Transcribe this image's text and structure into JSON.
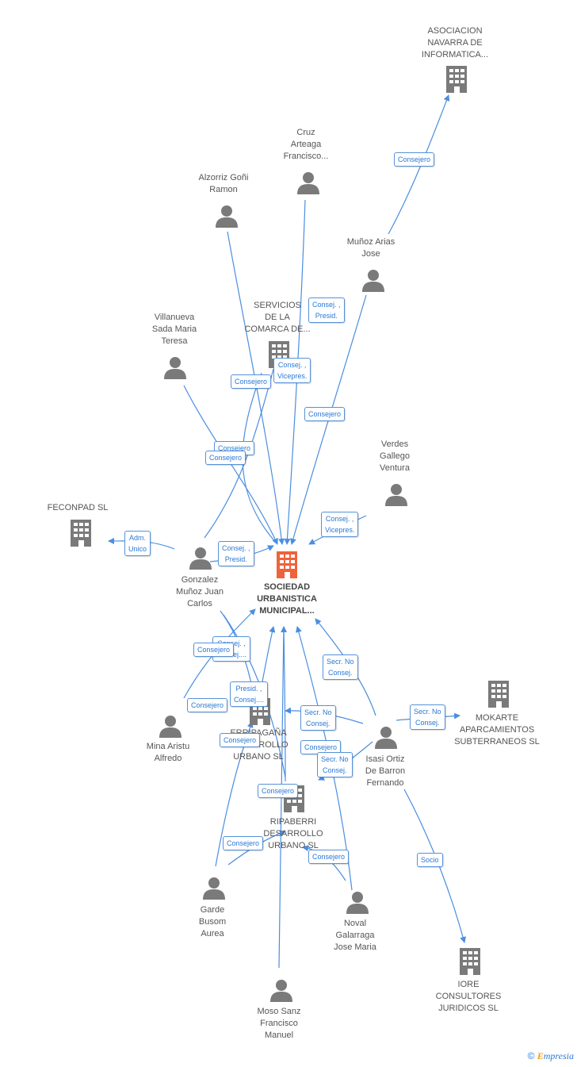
{
  "colors": {
    "edge": "#4a8ee0",
    "node": "#7a7a7a",
    "center": "#f0623a",
    "label": "#2a78d6"
  },
  "nodes": {
    "center": {
      "label": "SOCIEDAD\nURBANISTICA\nMUNICIPAL..."
    },
    "asociacion": {
      "label": "ASOCIACION\nNAVARRA DE\nINFORMATICA..."
    },
    "cruz": {
      "label": "Cruz\nArteaga\nFrancisco..."
    },
    "alzorriz": {
      "label": "Alzorriz Goñi\nRamon"
    },
    "munoz_arias": {
      "label": "Muñoz Arias\nJose"
    },
    "servicios": {
      "label": "SERVICIOS\nDE LA\nCOMARCA DE..."
    },
    "villanueva": {
      "label": "Villanueva\nSada Maria\nTeresa"
    },
    "verdes": {
      "label": "Verdes\nGallego\nVentura"
    },
    "feconpad": {
      "label": "FECONPAD  SL"
    },
    "gonzalez": {
      "label": "Gonzalez\nMuñoz Juan\nCarlos"
    },
    "mokarte": {
      "label": "MOKARTE\nAPARCAMIENTOS\nSUBTERRANEOS SL"
    },
    "mina": {
      "label": "Mina Aristu\nAlfredo"
    },
    "erripagana": {
      "label": "ERRIPAGAÑA\nDESARROLLO\nURBANO SL"
    },
    "isasi": {
      "label": "Isasi Ortiz\nDe Barron\nFernando"
    },
    "ripaberri": {
      "label": "RIPABERRI\nDESARROLLO\nURBANO  SL"
    },
    "garde": {
      "label": "Garde\nBusom\nAurea"
    },
    "noval": {
      "label": "Noval\nGalarraga\nJose Maria"
    },
    "iore": {
      "label": "IORE\nCONSULTORES\nJURIDICOS  SL"
    },
    "moso": {
      "label": "Moso Sanz\nFrancisco\nManuel"
    }
  },
  "edge_labels": {
    "consejero_asoc": "Consejero",
    "consej_presid_cruz": "Consej. ,\nPresid.",
    "consej_vicepres_serv": "Consej. ,\nVicepres.",
    "consejero_alz": "Consejero",
    "consejero_munoz": "Consejero",
    "consejero_vill_a": "Consejero",
    "consejero_vill_b": "Consejero",
    "consej_vicepres_verdes": "Consej. ,\nVicepres.",
    "adm_unico": "Adm.\nUnico",
    "consej_presid_gonz": "Consej. ,\nPresid.",
    "consej_gonz_b": "Consej. ,\nConsej....",
    "consejero_gonz_c": "Consejero",
    "presid_consej": "Presid. ,\nConsej....",
    "consejero_mina": "Consejero",
    "secr_no_consej_isasi": "Secr.  No\nConsej.",
    "secr_no_consej_moka": "Secr.  No\nConsej.",
    "secr_no_consej_erri": "Secr.  No\nConsej.",
    "consejero_erri": "Consejero",
    "consejero_isasi_b": "Consejero",
    "secr_no_consej_ripa": "Secr.  No\nConsej.",
    "consejero_ripa": "Consejero",
    "consejero_garde": "Consejero",
    "consejero_noval": "Consejero",
    "socio": "Socio"
  },
  "footer": {
    "copyright": "©",
    "brand_first": "E",
    "brand_rest": "mpresia"
  }
}
